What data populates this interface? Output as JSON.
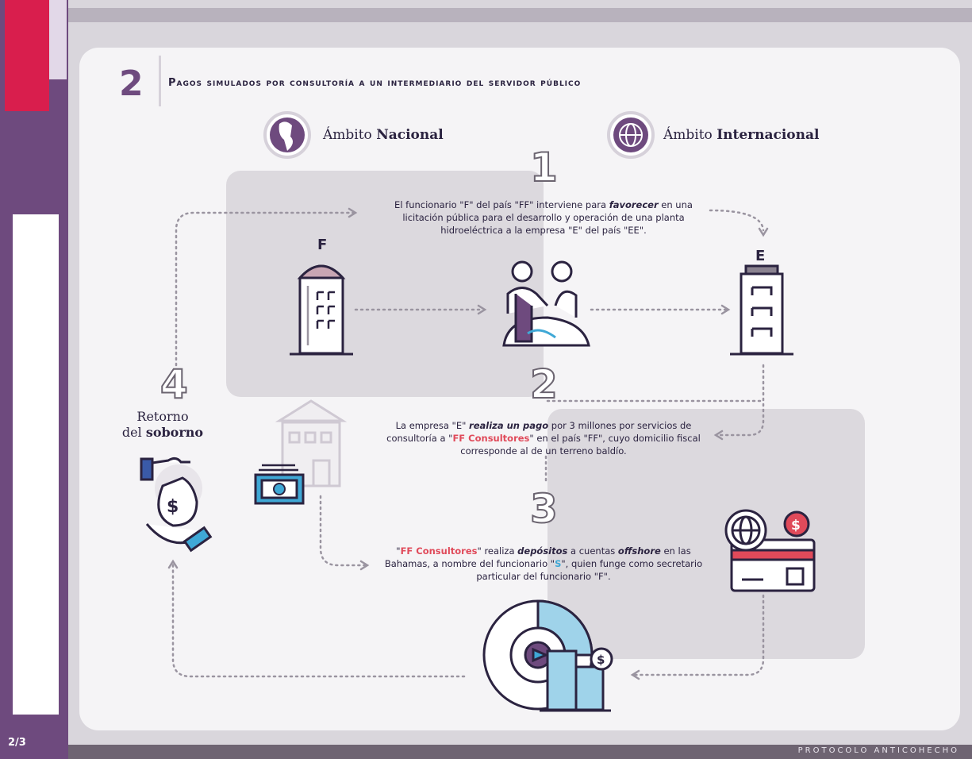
{
  "page": {
    "number": "2/3",
    "footer": "PROTOCOLO ANTICOHECHO"
  },
  "header": {
    "number": "2",
    "title": "Pagos simulados por consultoría a un intermediario del servidor público"
  },
  "scopes": {
    "nacional_prefix": "Ámbito ",
    "nacional_bold": "Nacional",
    "internacional_prefix": "Ámbito ",
    "internacional_bold": "Internacional"
  },
  "steps": [
    {
      "number": "1",
      "t1": "El funcionario \"F\" del país \"FF\" interviene para ",
      "t2": "favorecer",
      "t3": " en una licitación pública para el desarrollo y operación de una planta hidroeléctrica a la empresa \"E\" del país \"EE\"."
    },
    {
      "number": "2",
      "t1": "La empresa \"E\" ",
      "t2": "realiza un pago",
      "t3": " por 3 millones por servicios de consultoría a \"",
      "t4": "FF Consultores",
      "t5": "\" en el país \"FF\", cuyo domicilio fiscal corresponde al de un terreno baldío."
    },
    {
      "number": "3",
      "t1": "\"",
      "t2": "FF Consultores",
      "t3": "\" realiza ",
      "t4": "depósitos",
      "t5": " a cuentas ",
      "t6": "offshore",
      "t7": " en las Bahamas, a nombre del funcionario \"",
      "t8": "S",
      "t9": "\", quien funge como secretario particular del funcionario \"F\"."
    },
    {
      "number": "4",
      "line1": "Retorno",
      "line2_prefix": "del ",
      "line2_bold": "soborno"
    }
  ],
  "buildings": {
    "f_label": "F",
    "e_label": "E"
  },
  "colors": {
    "purple": "#6e4a7e",
    "pink": "#d91e4d",
    "red": "#e04a5a",
    "blue": "#3fa8d6",
    "navy": "#2b2340"
  },
  "icons": [
    "globe-americas-icon",
    "globe-icon",
    "building-f-icon",
    "handshake-icon",
    "building-e-icon",
    "bank-icon",
    "cash-icon",
    "money-bag-hand-icon",
    "credit-card-globe-icon",
    "city-chart-icon"
  ]
}
